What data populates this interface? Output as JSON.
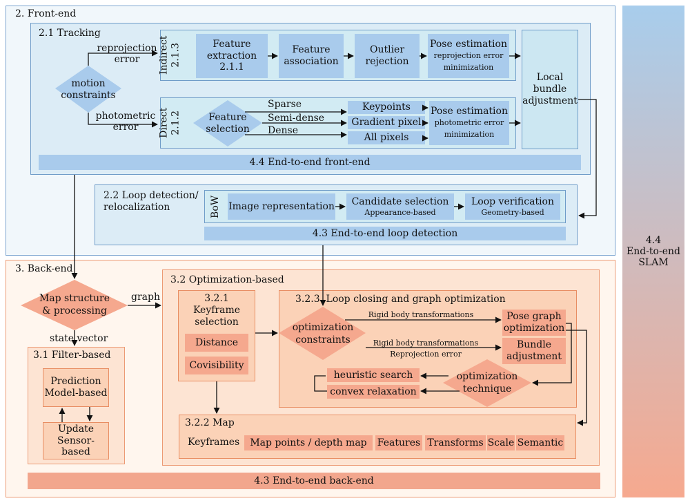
{
  "frontend": {
    "title": "2. Front-end",
    "tracking_title": "2.1 Tracking",
    "reprojection_error": "reprojection\nerror",
    "photometric_error": "photometric\nerror",
    "motion_constraints": "motion\nconstraints",
    "indirect_label": "Indirect\n2.1.3",
    "direct_label": "Direct\n2.1.2",
    "feature_extraction": "Feature\nextraction\n2.1.1",
    "feature_association": "Feature\nassociation",
    "outlier_rejection": "Outlier\nrejection",
    "pose_estimation_indirect": "Pose estimation",
    "pose_estimation_indirect_sub": "reprojection error\nminimization",
    "feature_selection": "Feature\nselection",
    "sparse": "Sparse",
    "semi_dense": "Semi-dense",
    "dense": "Dense",
    "keypoints": "Keypoints",
    "gradient_pixel": "Gradient pixel",
    "all_pixels": "All pixels",
    "pose_estimation_direct": "Pose estimation",
    "pose_estimation_direct_sub": "photometric error\nminimization",
    "local_bundle_adjustment": "Local\nbundle\nadjustment",
    "e2e_frontend": "4.4 End-to-end front-end",
    "loop_title": "2.2 Loop detection/\nrelocalization",
    "bow": "BoW",
    "image_representation": "Image representation",
    "candidate_selection": "Candidate selection",
    "candidate_selection_sub": "Appearance-based",
    "loop_verification": "Loop verification",
    "loop_verification_sub": "Geometry-based",
    "e2e_loop": "4.3 End-to-end loop detection"
  },
  "backend": {
    "title": "3. Back-end",
    "map_structure": "Map structure\n& processing",
    "graph": "graph",
    "state_vector": "state vector",
    "filter_title": "3.1 Filter-based",
    "prediction": "Prediction\nModel-based",
    "update": "Update\nSensor-based",
    "optimization_title": "3.2 Optimization-based",
    "keyframe_selection": "3.2.1\nKeyframe\nselection",
    "distance": "Distance",
    "covisibility": "Covisibility",
    "loop_closing_title": "3.2.3  Loop closing and graph optimization",
    "optimization_constraints": "optimization\nconstraints",
    "rigid_body_1": "Rigid body transformations",
    "rigid_body_2": "Rigid body transformations",
    "reprojection_error": "Reprojection error",
    "pose_graph": "Pose graph\noptimization",
    "bundle_adjustment": "Bundle\nadjustment",
    "heuristic_search": "heuristic search",
    "convex_relaxation": "convex relaxation",
    "optimization_technique": "optimization\ntechnique",
    "map_title": "3.2.2 Map",
    "keyframes": "Keyframes",
    "map_points": "Map points / depth map",
    "features": "Features",
    "transforms": "Transforms",
    "scale": "Scale",
    "semantic": "Semantic",
    "e2e_backend": "4.3 End-to-end back-end"
  },
  "side": {
    "label": "4.4\nEnd-to-end\nSLAM"
  },
  "colors": {
    "blue_border": "#7aa3cf",
    "blue_fill": "#a9cbec",
    "orange_border": "#ec9a74",
    "orange_fill": "#f5a88e",
    "side_top": "#a8cdec",
    "side_bottom": "#f6a98f"
  }
}
